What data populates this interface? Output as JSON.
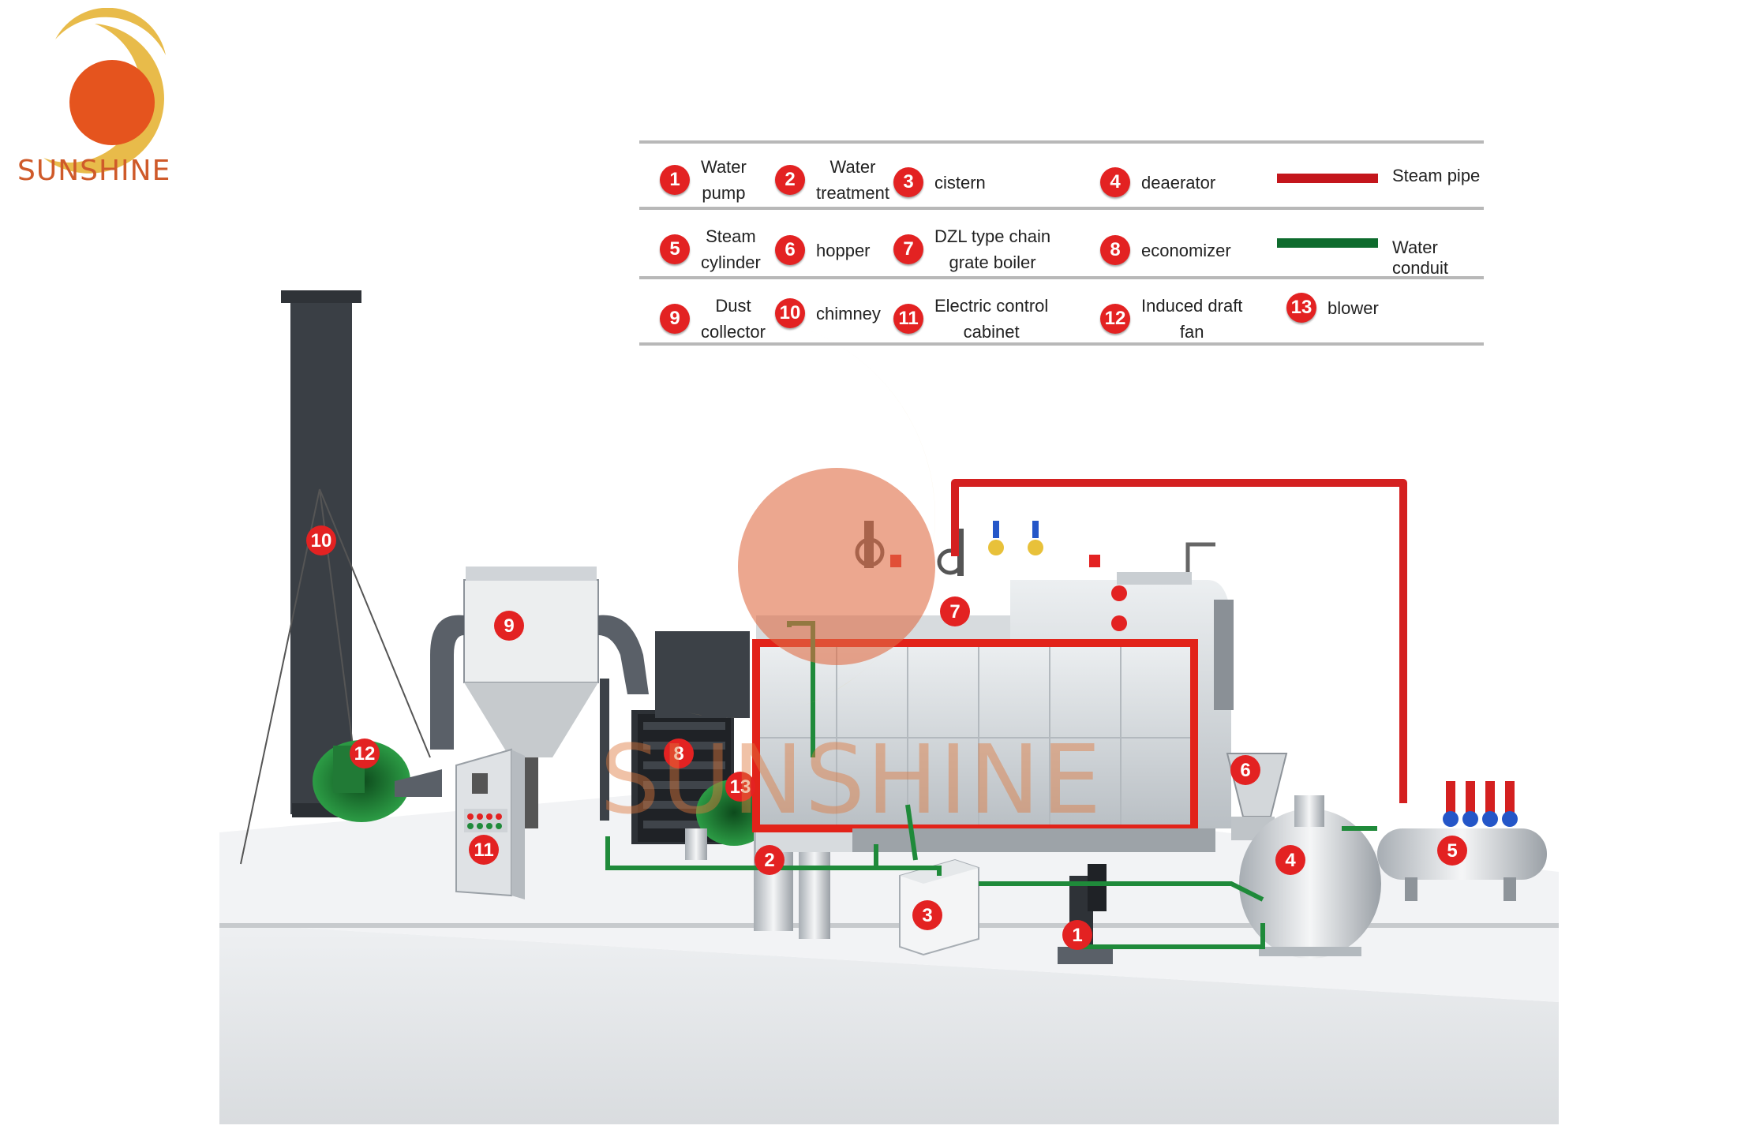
{
  "brand": {
    "name": "SUNSHINE",
    "watermark_text": "SUNSHINE",
    "colors": {
      "ring": "#e8bb4a",
      "sun": "#e5541e",
      "text": "#cf5a2a"
    }
  },
  "legend": {
    "items": [
      {
        "num": "1",
        "label": "Water\npump"
      },
      {
        "num": "2",
        "label": "Water\ntreatment"
      },
      {
        "num": "3",
        "label": "cistern"
      },
      {
        "num": "4",
        "label": "deaerator"
      },
      {
        "num": "5",
        "label": "Steam\ncylinder"
      },
      {
        "num": "6",
        "label": "hopper"
      },
      {
        "num": "7",
        "label": "DZL type chain\ngrate boiler"
      },
      {
        "num": "8",
        "label": "economizer"
      },
      {
        "num": "9",
        "label": "Dust\ncollector"
      },
      {
        "num": "10",
        "label": "chimney"
      },
      {
        "num": "11",
        "label": "Electric control\ncabinet"
      },
      {
        "num": "12",
        "label": "Induced draft\nfan"
      },
      {
        "num": "13",
        "label": "blower"
      }
    ],
    "pipes": [
      {
        "label": "Steam pipe",
        "color": "#c4161c"
      },
      {
        "label": "Water conduit",
        "color": "#0e6b2d"
      }
    ]
  },
  "diagram_markers": [
    "1",
    "2",
    "3",
    "4",
    "5",
    "6",
    "7",
    "8",
    "9",
    "10",
    "11",
    "12",
    "13"
  ],
  "colors": {
    "marker": "#e32222",
    "steam_pipe": "#d42020",
    "water_pipe": "#1f8a3a",
    "floor": "#e9ebee"
  }
}
